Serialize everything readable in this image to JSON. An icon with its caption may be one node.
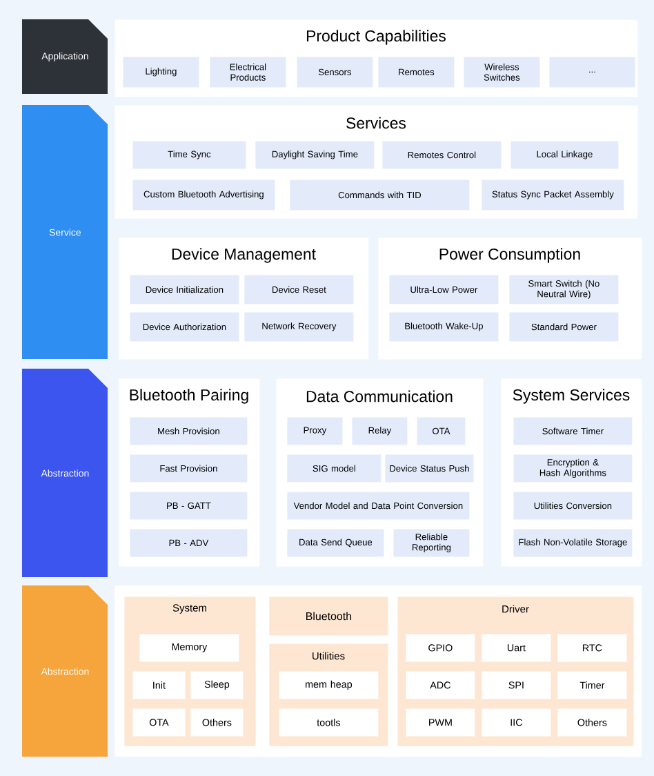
{
  "diagram": {
    "nodes": [
      {
        "text": [
          "Application"
        ]
      },
      {
        "text": [
          "Product Capabilities"
        ]
      },
      {
        "text": [
          "Lighting"
        ],
        "in": 1
      },
      {
        "text": [
          "Electrical Products"
        ],
        "in": 1
      },
      {
        "text": [
          "Sensors"
        ],
        "in": 1
      },
      {
        "text": [
          "Remotes"
        ],
        "in": 1
      },
      {
        "text": [
          "Wireless Switches"
        ],
        "in": 1
      },
      {
        "text": [
          "..."
        ],
        "in": 1
      },
      {
        "text": [
          "Service"
        ]
      },
      {
        "text": [
          "Services"
        ]
      },
      {
        "text": [
          "Time Sync"
        ],
        "in": 9
      },
      {
        "text": [
          "Daylight Saving Time"
        ],
        "in": 9
      },
      {
        "text": [
          "Remotes Control"
        ],
        "in": 9
      },
      {
        "text": [
          "Local Linkage"
        ],
        "in": 9
      },
      {
        "text": [
          "Custom Bluetooth Advertising"
        ],
        "in": 9
      },
      {
        "text": [
          "Commands with TID"
        ],
        "in": 9
      },
      {
        "text": [
          "Status Sync Packet Assembly"
        ],
        "in": 9
      },
      {
        "text": [
          "Device Management"
        ]
      },
      {
        "text": [
          "Device Initialization"
        ],
        "in": 17
      },
      {
        "text": [
          "Device Reset"
        ],
        "in": 17
      },
      {
        "text": [
          "Device Authorization"
        ],
        "in": 17
      },
      {
        "text": [
          "Network Recovery"
        ],
        "in": 17
      },
      {
        "text": [
          "Power Consumption"
        ]
      },
      {
        "text": [
          "Ultra-Low Power"
        ],
        "in": 22
      },
      {
        "text": [
          "Smart Switch (No Neutral Wire)"
        ],
        "in": 22
      },
      {
        "text": [
          "Bluetooth Wake-Up"
        ],
        "in": 22
      },
      {
        "text": [
          "Standard Power"
        ],
        "in": 22
      },
      {
        "text": [
          "Abstraction"
        ]
      },
      {
        "text": [
          "Bluetooth Pairing"
        ]
      },
      {
        "text": [
          "Mesh Provision"
        ],
        "in": 28
      },
      {
        "text": [
          "Fast Provision"
        ],
        "in": 28
      },
      {
        "text": [
          "PB - GATT"
        ],
        "in": 28
      },
      {
        "text": [
          "PB - ADV"
        ],
        "in": 28
      },
      {
        "text": [
          "Data Communication"
        ]
      },
      {
        "text": [
          "Proxy"
        ],
        "in": 33
      },
      {
        "text": [
          "Relay"
        ],
        "in": 33
      },
      {
        "text": [
          "OTA"
        ],
        "in": 33
      },
      {
        "text": [
          "SIG model"
        ],
        "in": 33
      },
      {
        "text": [
          "Device Status Push"
        ],
        "in": 33
      },
      {
        "text": [
          "Vendor Model and Data Point Conversion"
        ],
        "in": 33
      },
      {
        "text": [
          "Data Send Queue"
        ],
        "in": 33
      },
      {
        "text": [
          "Reliable Reporting"
        ],
        "in": 33
      },
      {
        "text": [
          "System Services"
        ]
      },
      {
        "text": [
          "Software Timer"
        ],
        "in": 42
      },
      {
        "text": [
          "Encryption & Hash Algorithms"
        ],
        "in": 42
      },
      {
        "text": [
          "Utilities Conversion"
        ],
        "in": 42
      },
      {
        "text": [
          "Flash Non-Volatile Storage"
        ],
        "in": 42
      },
      {
        "text": [
          "Abstraction"
        ]
      },
      {
        "text": [
          "System"
        ]
      },
      {
        "text": [
          "Memory"
        ],
        "in": 48
      },
      {
        "text": [
          "Init"
        ],
        "in": 48
      },
      {
        "text": [
          "Sleep"
        ],
        "in": 48
      },
      {
        "text": [
          "OTA"
        ],
        "in": 48
      },
      {
        "text": [
          "Others"
        ],
        "in": 48
      },
      {
        "text": [
          "Bluetooth"
        ]
      },
      {
        "text": [
          "Utilities"
        ]
      },
      {
        "text": [
          "mem heap"
        ],
        "in": 55
      },
      {
        "text": [
          "tootls"
        ],
        "in": 55
      },
      {
        "text": [
          "Driver"
        ]
      },
      {
        "text": [
          "GPIO"
        ],
        "in": 58
      },
      {
        "text": [
          "Uart"
        ],
        "in": 58
      },
      {
        "text": [
          "RTC"
        ],
        "in": 58
      },
      {
        "text": [
          "ADC"
        ],
        "in": 58
      },
      {
        "text": [
          "SPI"
        ],
        "in": 58
      },
      {
        "text": [
          "Timer"
        ],
        "in": 58
      },
      {
        "text": [
          "PWM"
        ],
        "in": 58
      },
      {
        "text": [
          "IIC"
        ],
        "in": 58
      },
      {
        "text": [
          "Others"
        ],
        "in": 58
      }
    ]
  }
}
